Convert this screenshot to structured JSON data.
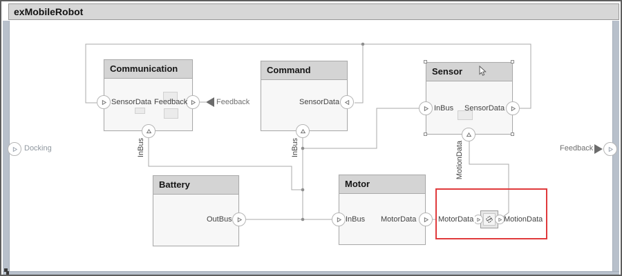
{
  "title": "exMobileRobot",
  "blocks": {
    "communication": {
      "name": "Communication",
      "port_sensordata": "SensorData",
      "port_feedback": "Feedback",
      "port_inbus": "InBus"
    },
    "command": {
      "name": "Command",
      "port_sensordata": "SensorData",
      "port_inbus": "InBus"
    },
    "sensor": {
      "name": "Sensor",
      "port_inbus": "InBus",
      "port_sensordata": "SensorData",
      "port_motiondata": "MotionData"
    },
    "battery": {
      "name": "Battery",
      "port_outbus": "OutBus"
    },
    "motor": {
      "name": "Motor",
      "port_inbus": "InBus",
      "port_motordata": "MotorData"
    },
    "adapter": {
      "port_motordata": "MotorData",
      "port_motiondata": "MotionData"
    }
  },
  "boundary": {
    "docking_label": "Docking",
    "feedback_right_label": "Feedback"
  },
  "tags": {
    "feedback": "Feedback"
  },
  "colors": {
    "titlebar_fill": "#d7d7d7",
    "block_header_fill": "#d4d4d4",
    "block_body_fill": "#f7f7f7",
    "block_border": "#a9a9a9",
    "wire": "#a8a8a8",
    "highlight_red": "#e0393b",
    "boundary_strip": "#b8c0cb",
    "port_label_text": "#424242",
    "muted_label_text": "#8f979f",
    "tag_arrow": "#6b6b6b"
  }
}
